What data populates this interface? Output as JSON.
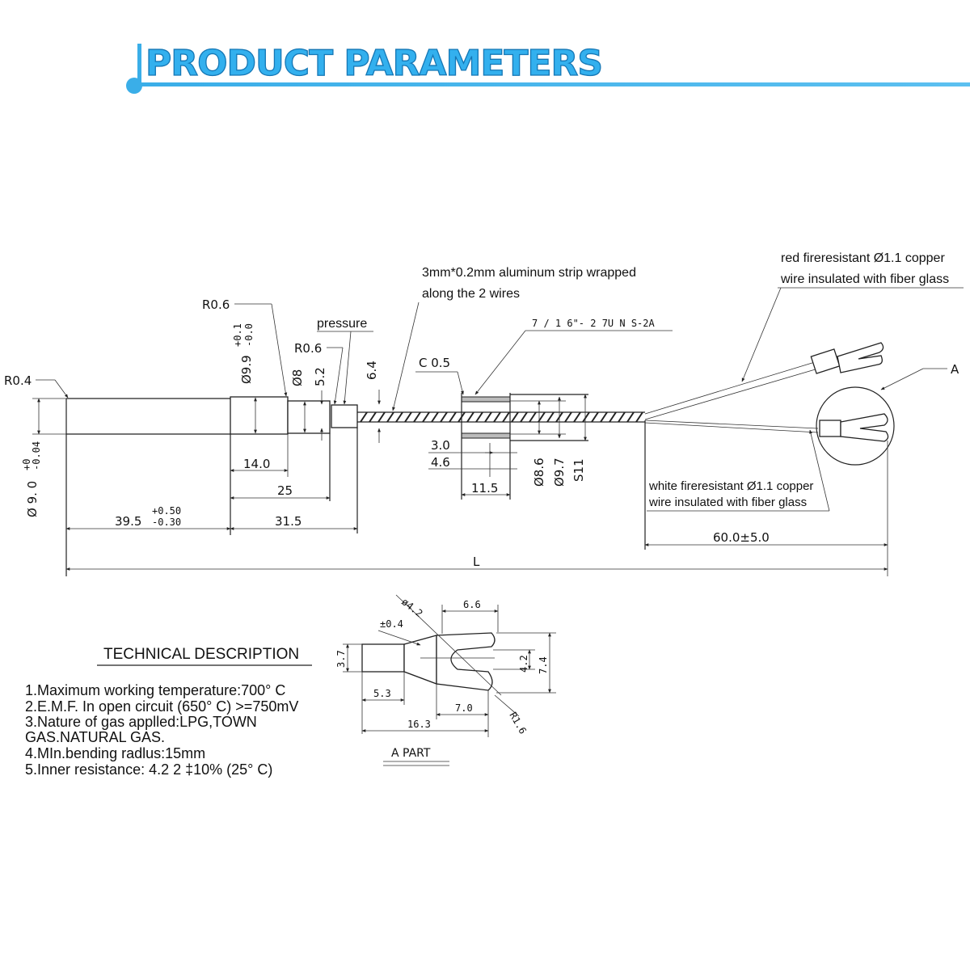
{
  "header": {
    "title": "PRODUCT PARAMETERS",
    "accent_color": "#3aaee8"
  },
  "annotations": {
    "aluminum_strip_1": "3mm*0.2mm aluminum strip wrapped",
    "aluminum_strip_2": "along the 2 wires",
    "red_wire_1": "red fireresistant Ø1.1 copper",
    "red_wire_2": "wire insulated with fiber glass",
    "white_wire_1": "white fireresistant Ø1.1 copper",
    "white_wire_2": "wire insulated with fiber glass",
    "pressure": "pressure",
    "thread": "7 / 1 6\"- 2 7U N S-2A",
    "detail_mark": "A"
  },
  "dimensions": {
    "r04": "R0.4",
    "r06_top": "R0.6",
    "r06_mid": "R0.6",
    "d99": "Ø9.9",
    "d99_tol_upper": "+0.1",
    "d99_tol_lower": "-0.0",
    "d8": "Ø8",
    "d52": "5.2",
    "d64": "6.4",
    "c05": "C 0.5",
    "d90": "Ø 9. 0",
    "d90_tol_upper": "+0",
    "d90_tol_lower": "-0.04",
    "l140": "14.0",
    "l25": "25",
    "l395": "39.5",
    "l395_tol_upper": "+0.50",
    "l395_tol_lower": "-0.30",
    "l315": "31.5",
    "l30": "3.0",
    "l46": "4.6",
    "l115": "11.5",
    "d86": "Ø8.6",
    "d97": "Ø9.7",
    "s11": "S11",
    "l60": "60.0±5.0",
    "L": "L"
  },
  "terminal_detail": {
    "title": "A PART",
    "d42": "ø4.2",
    "tol04": "±0.4",
    "w66": "6.6",
    "h37": "3.7",
    "h42": "4.2",
    "h74": "7.4",
    "l53": "5.3",
    "l70": "7.0",
    "l163": "16.3",
    "r16": "R1.6"
  },
  "technical": {
    "title": "TECHNICAL DESCRIPTION",
    "items": [
      "1.Maximum working temperature:700° C",
      "2.E.M.F. In open circuit (650° C) >=750mV",
      "3.Nature of gas applled:LPG,TOWN",
      "GAS.NATURAL GAS.",
      "4.MIn.bending radlus:15mm",
      "5.Inner resistance: 4.2 2 ‡10% (25° C)"
    ]
  }
}
